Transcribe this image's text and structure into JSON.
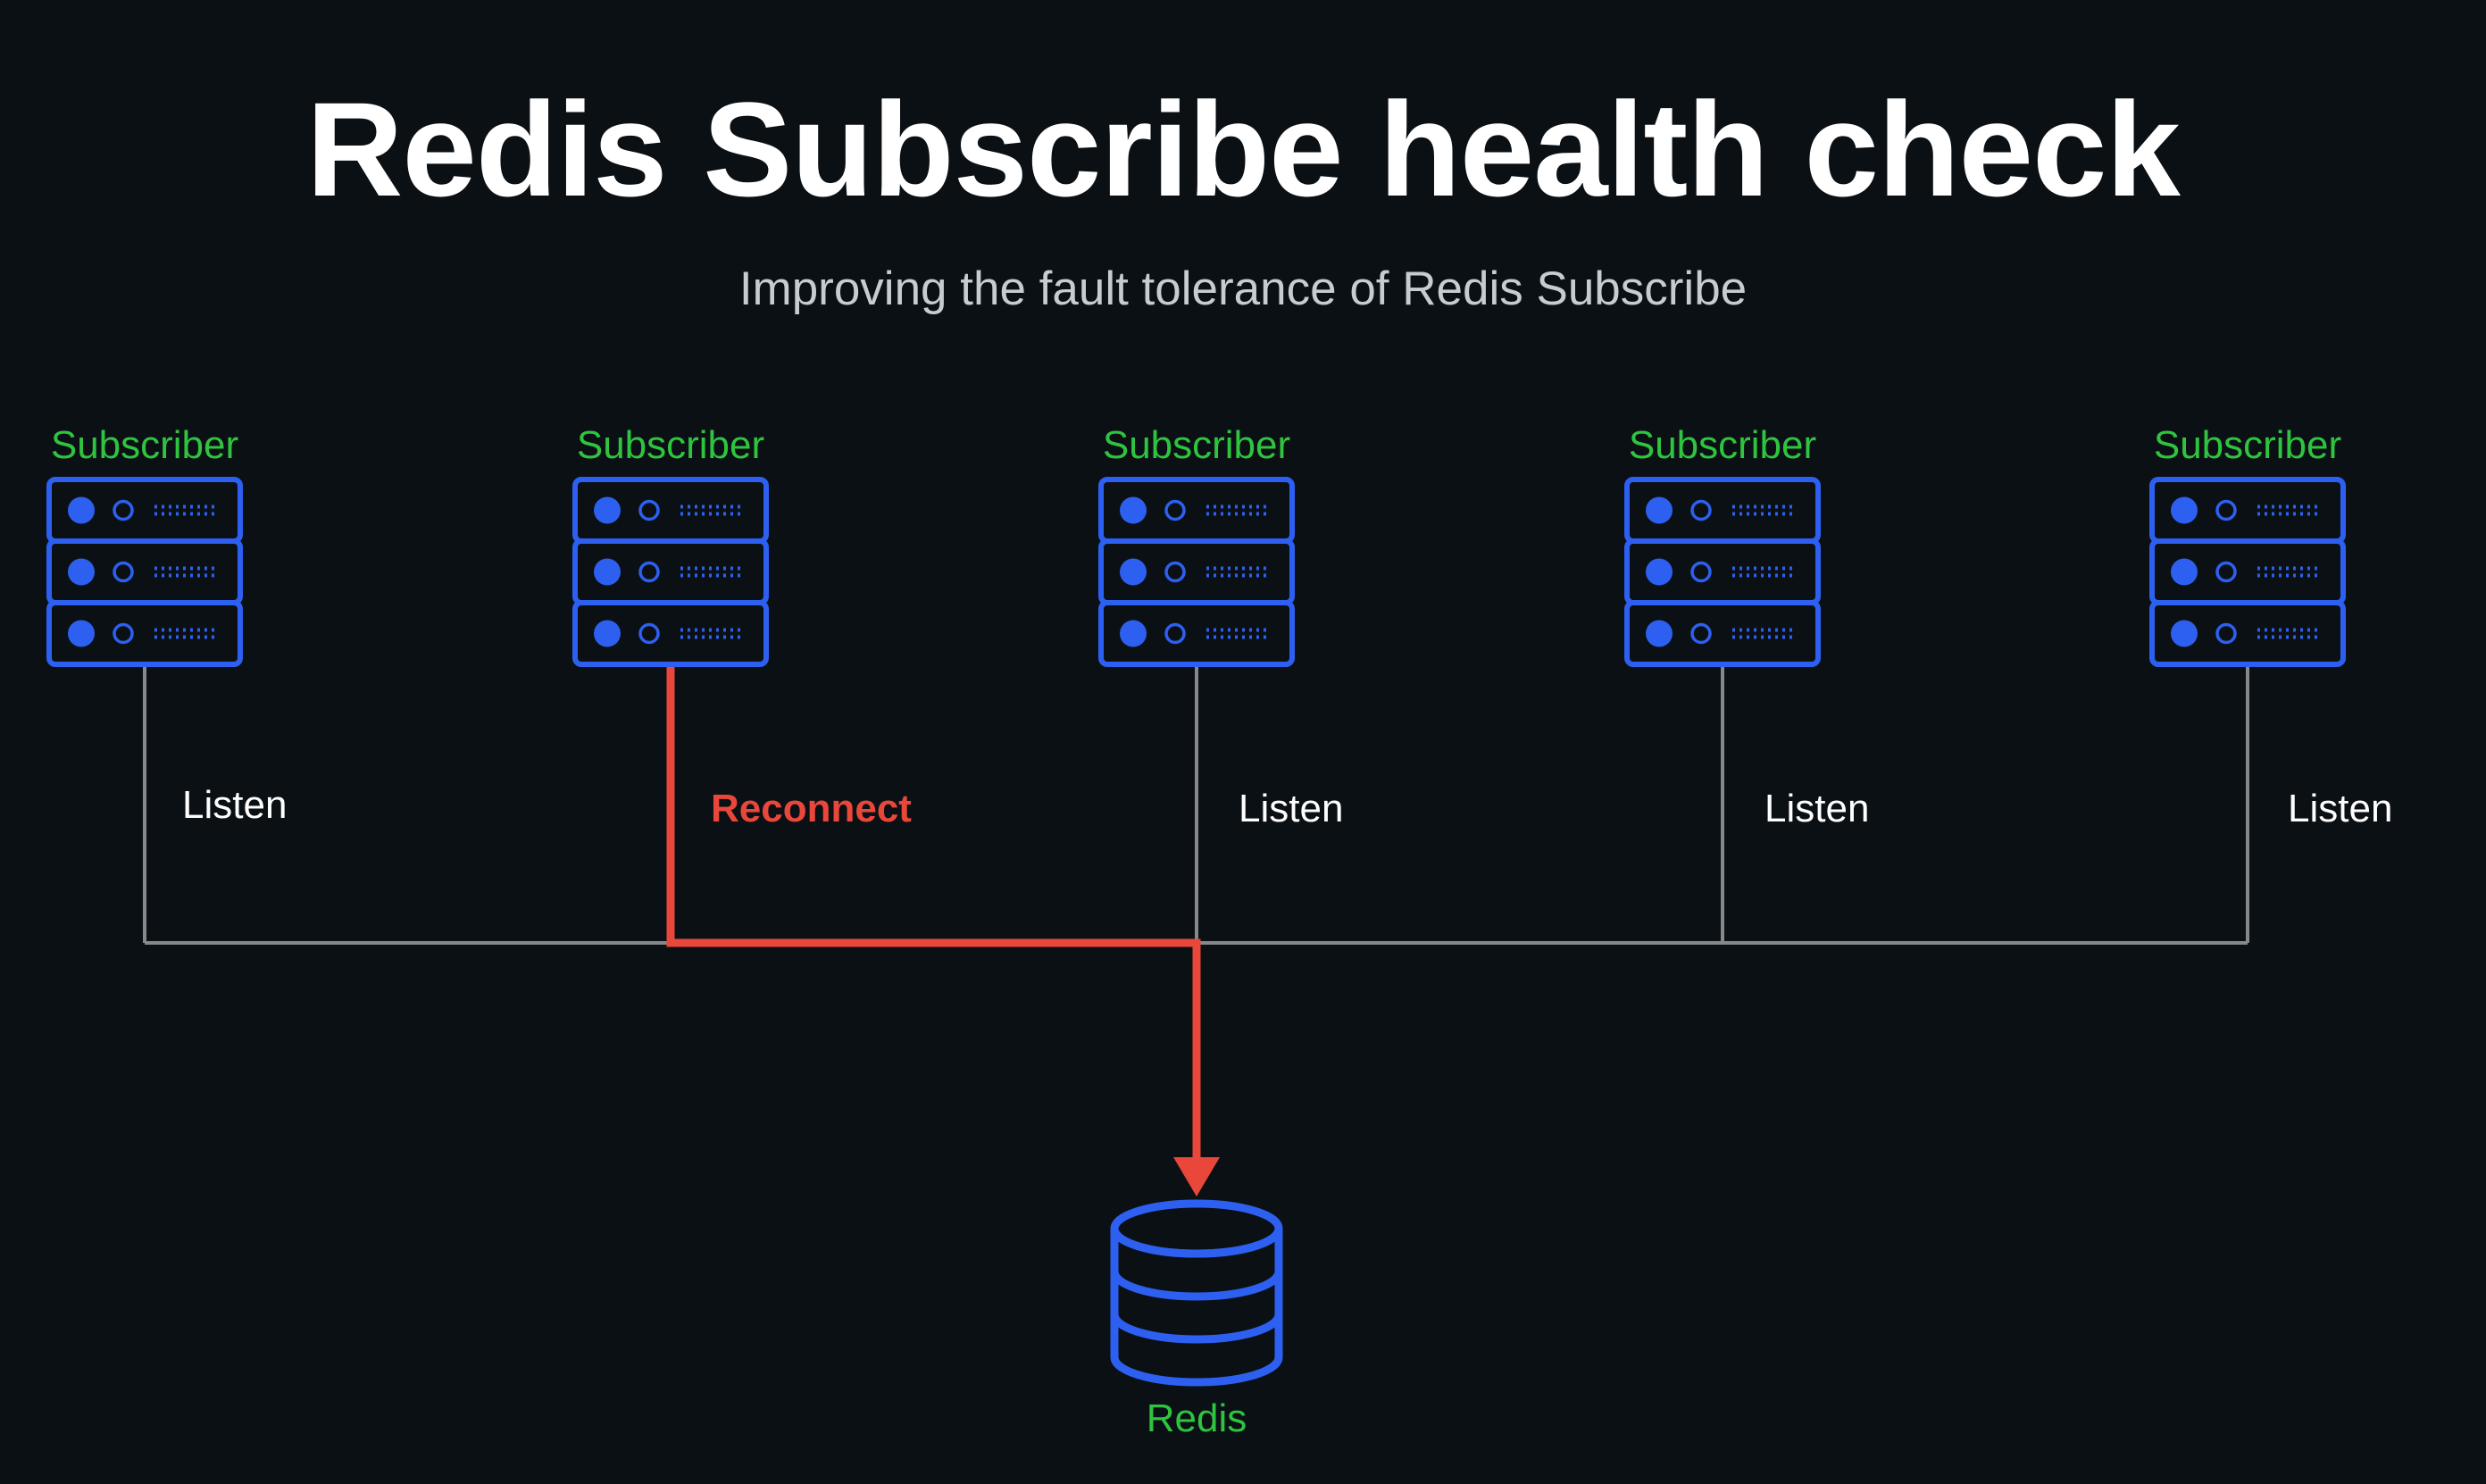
{
  "title": "Redis Subscribe health check",
  "subtitle": "Improving the fault tolerance of Redis Subscribe",
  "subscribers": [
    {
      "label": "Subscriber",
      "connection": "Listen",
      "state": "listen"
    },
    {
      "label": "Subscriber",
      "connection": "Reconnect",
      "state": "reconnect"
    },
    {
      "label": "Subscriber",
      "connection": "Listen",
      "state": "listen"
    },
    {
      "label": "Subscriber",
      "connection": "Listen",
      "state": "listen"
    },
    {
      "label": "Subscriber",
      "connection": "Listen",
      "state": "listen"
    }
  ],
  "redis": {
    "label": "Redis",
    "icon": "database-icon"
  },
  "server_icon": "server-rack-icon",
  "colors": {
    "background": "#0b1015",
    "title": "#ffffff",
    "subtitle": "#c7ccd1",
    "node_label": "#2fc43f",
    "listen_label": "#ffffff",
    "reconnect": "#e8473a",
    "line": "#85898c",
    "icon_stroke": "#2d60f0"
  }
}
